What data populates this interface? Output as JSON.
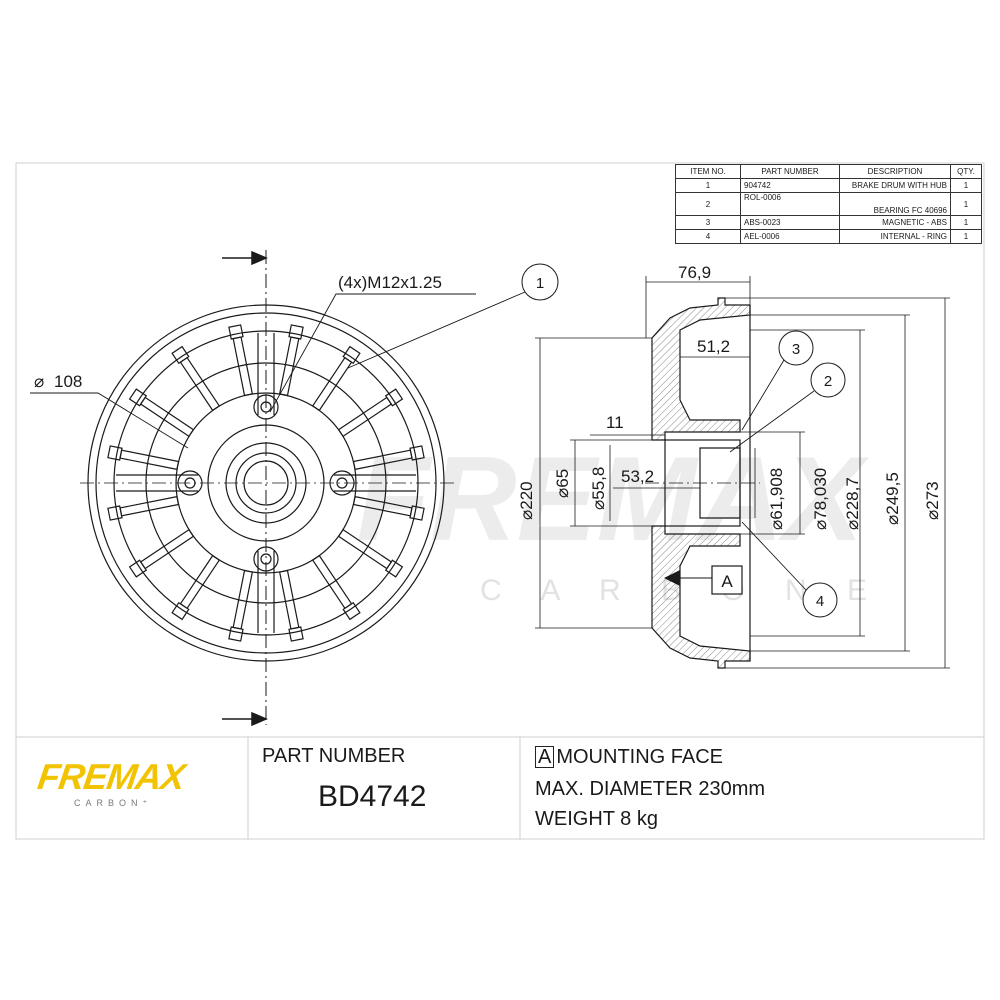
{
  "bom": {
    "headers": [
      "ITEM NO.",
      "PART NUMBER",
      "DESCRIPTION",
      "QTY."
    ],
    "rows": [
      {
        "item": "1",
        "part": "904742",
        "desc": "BRAKE DRUM WITH HUB",
        "qty": "1"
      },
      {
        "item": "2",
        "part": "ROL-0006",
        "desc": "BEARING FC 40696",
        "qty": "1"
      },
      {
        "item": "3",
        "part": "ABS-0023",
        "desc": "MAGNETIC - ABS",
        "qty": "1"
      },
      {
        "item": "4",
        "part": "AEL-0006",
        "desc": "INTERNAL - RING",
        "qty": "1"
      }
    ]
  },
  "front_view": {
    "thread_note": "(4x)M12x1.25",
    "bolt_circle": "108",
    "balloon": "1"
  },
  "section_view": {
    "dims": {
      "d769": "76,9",
      "d512": "51,2",
      "d11": "11",
      "d532": "53,2",
      "dia220": "220",
      "dia65": "65",
      "dia558": "55,8",
      "dia61908": "61,908",
      "dia78030": "78,030",
      "dia2287": "228,7",
      "dia2495": "249,5",
      "dia273": "273"
    },
    "balloons": {
      "b2": "2",
      "b3": "3",
      "b4": "4"
    },
    "datum": "A"
  },
  "watermark": {
    "main": "FREMAX",
    "sub": "C A R B O N E"
  },
  "title_block": {
    "brand": "FREMAX",
    "brand_sub": "CARBON⁺",
    "part_number_label": "PART NUMBER",
    "part_number": "BD4742",
    "datum_letter": "A",
    "mounting_face": "MOUNTING FACE",
    "max_diameter": "MAX. DIAMETER 230mm",
    "weight": "WEIGHT 8 kg"
  },
  "colors": {
    "brand_yellow": "#f2c300",
    "line": "#1a1a1a",
    "watermark": "#e6e6e6"
  }
}
